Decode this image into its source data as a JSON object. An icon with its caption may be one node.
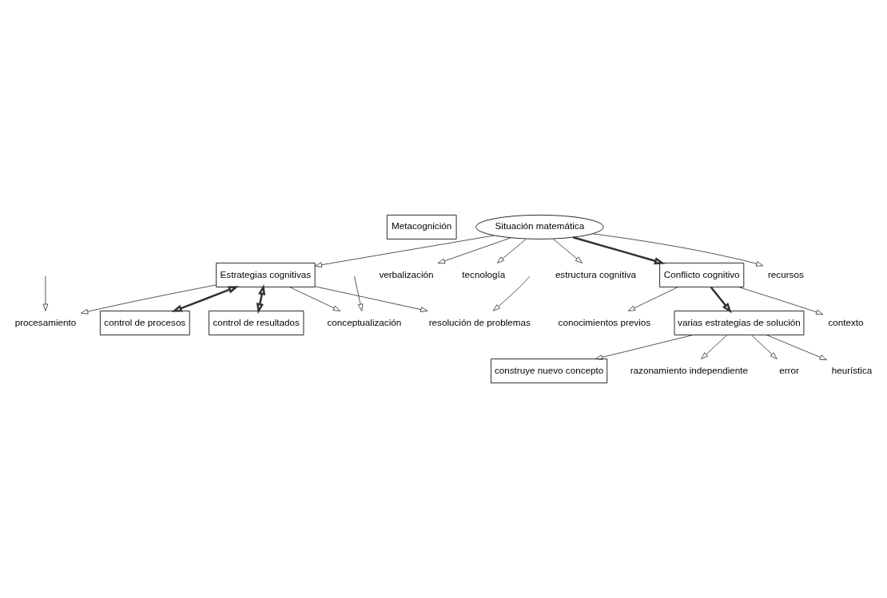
{
  "diagram": {
    "nodes": [
      {
        "text": [
          "Metacognición"
        ]
      },
      {
        "text": [
          "procesamiento"
        ]
      },
      {
        "text": [
          "conceptualización"
        ]
      },
      {
        "text": [
          "resolución de problemas"
        ]
      },
      {
        "text": [
          "control de resultados"
        ]
      },
      {
        "text": [
          "control de procesos"
        ]
      },
      {
        "text": [
          "Estrategias cognitivas"
        ]
      },
      {
        "text": [
          "estructura cognitiva"
        ]
      },
      {
        "text": [
          "recursos"
        ]
      },
      {
        "text": [
          "verbalización"
        ]
      },
      {
        "text": [
          "Situación matemática"
        ]
      },
      {
        "text": [
          "tecnología"
        ]
      },
      {
        "text": [
          "construye nuevo concepto"
        ]
      },
      {
        "text": [
          "Conflicto cognitivo"
        ]
      },
      {
        "text": [
          "varias estrategias de solución"
        ]
      },
      {
        "text": [
          "razonamiento independiente"
        ]
      },
      {
        "text": [
          "error"
        ]
      },
      {
        "text": [
          "heurística"
        ]
      },
      {
        "text": [
          "contexto"
        ]
      },
      {
        "text": [
          "conocimientos previos"
        ]
      }
    ],
    "edges": [
      {
        "from": null,
        "to": 1,
        "arrow": "to"
      },
      {
        "from": null,
        "to": 2,
        "arrow": "to"
      },
      {
        "from": null,
        "to": 3,
        "arrow": "to"
      },
      {
        "from": 6,
        "to": 1,
        "arrow": "to"
      },
      {
        "from": 6,
        "to": 2,
        "arrow": "to"
      },
      {
        "from": 6,
        "to": 3,
        "arrow": "to"
      },
      {
        "from": 6,
        "to": 4,
        "arrow": "both",
        "style": "thick"
      },
      {
        "from": 6,
        "to": 5,
        "arrow": "both",
        "style": "thick"
      },
      {
        "from": 10,
        "to": 6,
        "arrow": "to"
      },
      {
        "from": 10,
        "to": 7,
        "arrow": "to"
      },
      {
        "from": 10,
        "to": 8,
        "arrow": "to"
      },
      {
        "from": 10,
        "to": 9,
        "arrow": "to"
      },
      {
        "from": 10,
        "to": 11,
        "arrow": "to"
      },
      {
        "from": 10,
        "to": 13,
        "arrow": "to",
        "style": "thick"
      },
      {
        "from": 13,
        "to": 14,
        "arrow": "to",
        "style": "thick"
      },
      {
        "from": 13,
        "to": 18,
        "arrow": "to"
      },
      {
        "from": 13,
        "to": 19,
        "arrow": "to"
      },
      {
        "from": 14,
        "to": 12,
        "arrow": "to"
      },
      {
        "from": 14,
        "to": 15,
        "arrow": "to"
      },
      {
        "from": 14,
        "to": 16,
        "arrow": "to"
      },
      {
        "from": 14,
        "to": 17,
        "arrow": "to"
      }
    ]
  }
}
